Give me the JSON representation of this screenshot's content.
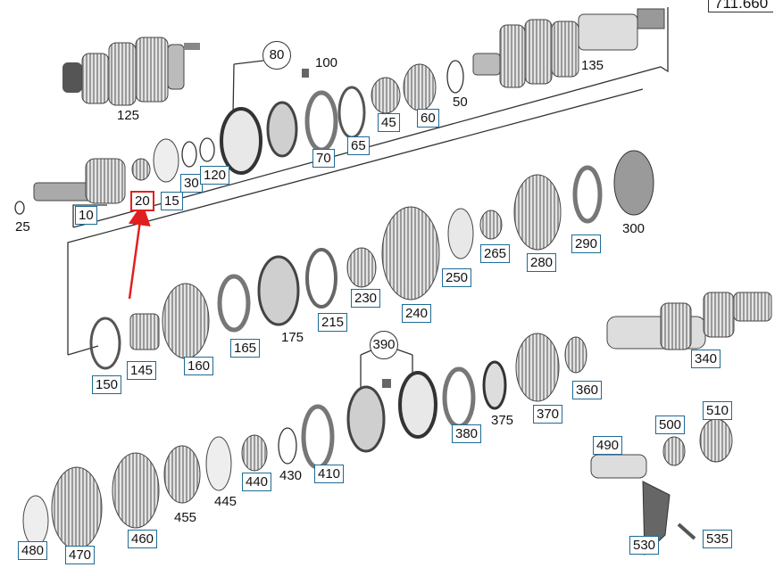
{
  "part_number": "711.660",
  "highlighted_callout": "20",
  "colors": {
    "box_border": "#1e6b95",
    "highlight": "#e02020",
    "line": "#333333",
    "part_gray": "#cccccc"
  },
  "callouts": {
    "c10": "10",
    "c15": "15",
    "c20": "20",
    "c25": "25",
    "c30": "30",
    "c45": "45",
    "c50": "50",
    "c60": "60",
    "c65": "65",
    "c70": "70",
    "c80": "80",
    "c100": "100",
    "c120": "120",
    "c125": "125",
    "c135": "135",
    "c145": "145",
    "c150": "150",
    "c160": "160",
    "c165": "165",
    "c175": "175",
    "c215": "215",
    "c230": "230",
    "c240": "240",
    "c250": "250",
    "c265": "265",
    "c280": "280",
    "c290": "290",
    "c300": "300",
    "c340": "340",
    "c360": "360",
    "c370": "370",
    "c375": "375",
    "c380": "380",
    "c390": "390",
    "c410": "410",
    "c430": "430",
    "c440": "440",
    "c445": "445",
    "c455": "455",
    "c460": "460",
    "c470": "470",
    "c480": "480",
    "c490": "490",
    "c500": "500",
    "c510": "510",
    "c530": "530",
    "c535": "535"
  }
}
